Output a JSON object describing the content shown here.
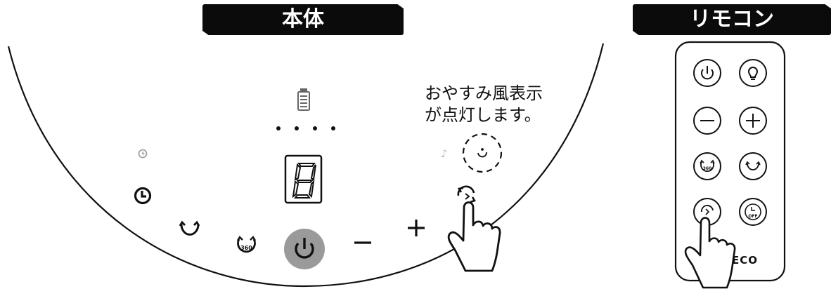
{
  "main_unit": {
    "title": "本体"
  },
  "remote": {
    "title": "リモコン",
    "brand_text": "ECO"
  },
  "note": {
    "text": "おやすみ風表示\nが点灯します。"
  },
  "indicators": {
    "level_dots": 4,
    "digit": "8",
    "badge_360": "360",
    "badge_off": "OFF"
  },
  "colors": {
    "dark": "#0b0b0b",
    "power_gray": "#9a9a9a",
    "light_gray": "#b8b8b8"
  },
  "icons": [
    "battery-icon",
    "timer-icon",
    "swing-icon",
    "swing-360-icon",
    "power-icon",
    "minus-icon",
    "plus-icon",
    "sleep-mode-icon",
    "music-note-icon",
    "light-bulb-icon",
    "timer-off-icon",
    "pointing-hand-icon"
  ]
}
